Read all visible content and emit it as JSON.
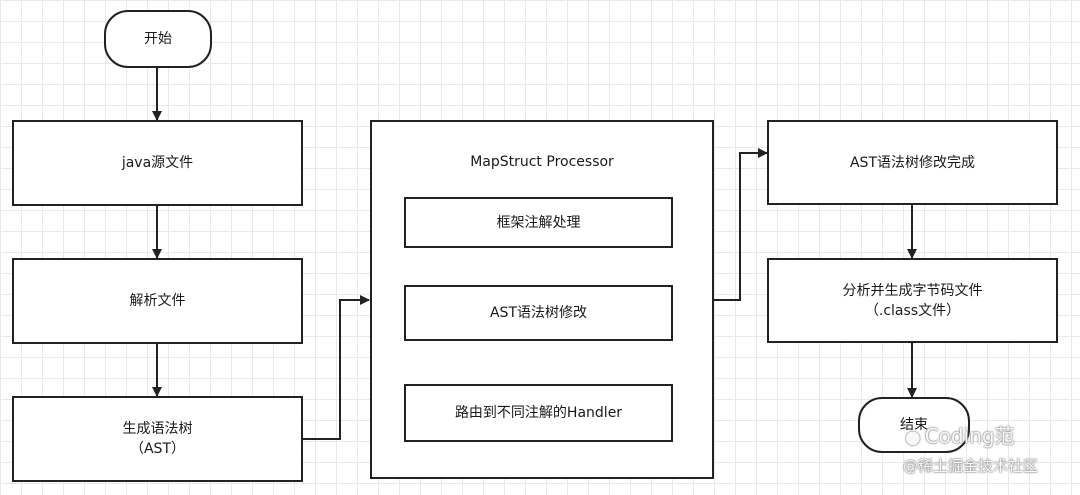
{
  "nodes": {
    "start": "开始",
    "java_source": "java源文件",
    "parse_file": "解析文件",
    "gen_ast": "生成语法树\n（AST）",
    "processor": "MapStruct Processor",
    "annotation_processing": "框架注解处理",
    "ast_modify": "AST语法树修改",
    "route_handler": "路由到不同注解的Handler",
    "ast_done": "AST语法树修改完成",
    "gen_bytecode": "分析并生成字节码文件\n（.class文件）",
    "end": "结束"
  },
  "watermark": {
    "main": "Coding范",
    "sub": "@稀土掘金技术社区"
  },
  "colors": {
    "stroke": "#222222",
    "grid": "#e9e9e9",
    "background": "#ffffff"
  }
}
